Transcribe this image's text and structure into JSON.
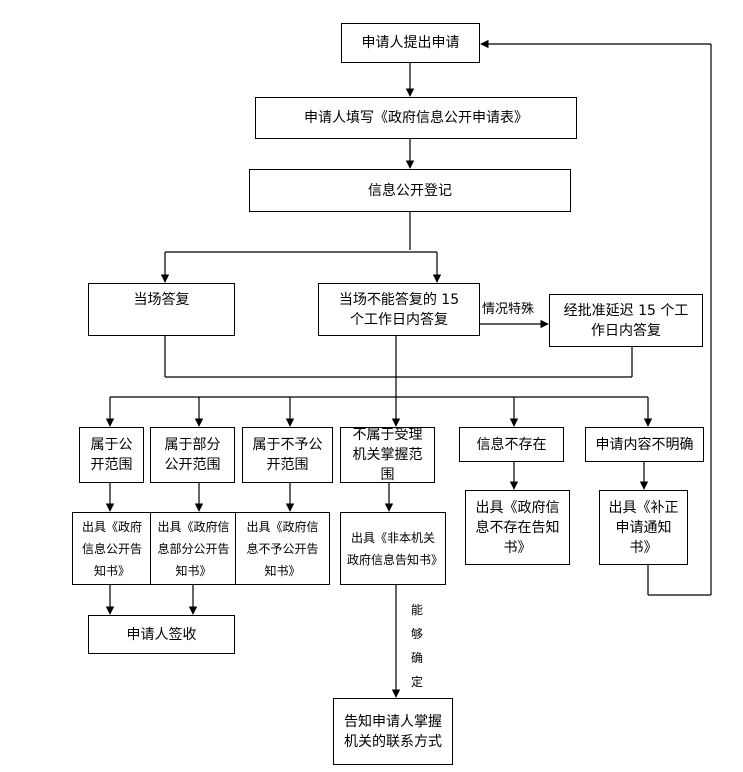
{
  "nodes": {
    "apply": "申请人提出申请",
    "fill_form": "申请人填写《政府信息公开申请表》",
    "register": "信息公开登记",
    "answer_now": "当场答复",
    "cannot_answer": "当场不能答复的 15 个工作日内答复",
    "delay": "经批准延迟 15 个工作日内答复",
    "public_scope": "属于公开范围",
    "partial_scope": "属于部分公开范围",
    "not_public": "属于不予公开范围",
    "not_owned": "不属于受理机关掌握范围",
    "not_exist": "信息不存在",
    "unclear": "申请内容不明确",
    "notice_public": "出具《政府信息公开告知书》",
    "notice_partial": "出具《政府信息部分公开告知书》",
    "notice_not_public": "出具《政府信息不予公开告知书》",
    "notice_not_owned": "出具《非本机关政府信息告知书》",
    "notice_not_exist": "出具《政府信息不存在告知书》",
    "notice_supplement": "出具《补正申请通知书》",
    "sign": "申请人签收",
    "contact": "告知申请人掌握机关的联系方式"
  },
  "labels": {
    "special": "情况特殊",
    "can_determine": "能够确定"
  }
}
